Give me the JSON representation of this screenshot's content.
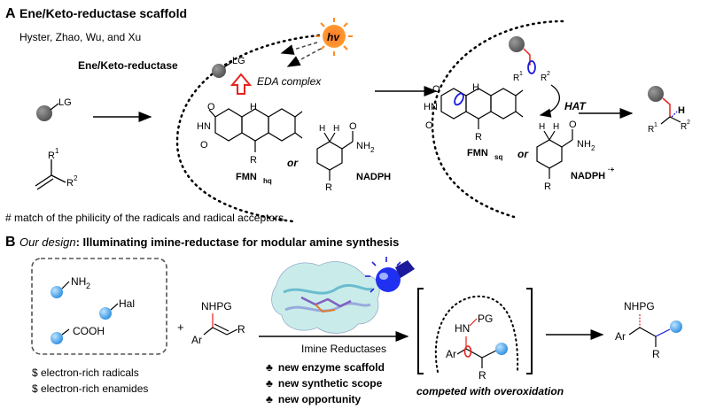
{
  "panelA": {
    "letter": "A",
    "title": "Ene/Keto-reductase scaffold",
    "authors": "Hyster, Zhao, Wu, and Xu",
    "enzyme_label": "Ene/Keto-reductase",
    "hv": "hv",
    "lg": "LG",
    "eda": "EDA complex",
    "r1": "R",
    "r1_sup": "1",
    "r2": "R",
    "r2_sup": "2",
    "fmn_hq": "FMN",
    "fmn_hq_sub": "hq",
    "or": "or",
    "nadph": "NADPH",
    "nadph_cation": "NADPH",
    "nadph_cation_sup": "·+",
    "fmn_sq": "FMN",
    "fmn_sq_sub": "sq",
    "hat": "HAT",
    "h": "H",
    "nh2": "NH",
    "nh2_sub": "2",
    "o": "O",
    "n": "N",
    "nh": "NH",
    "hn": "HN",
    "r": "R",
    "note": "# match of the philicity of the radicals and radical acceptors"
  },
  "panelB": {
    "letter": "B",
    "design_italic": "Our design",
    "design_bold": ": Illuminating imine-reductase for modular amine synthesis",
    "nh2": "NH",
    "nh2_sub": "2",
    "hal": "Hal",
    "cooh": "COOH",
    "plus": "+",
    "nhpg": "NHPG",
    "ar": "Ar",
    "r": "R",
    "enzyme": "Imine Reductases",
    "bullets": [
      "new enzyme scaffold",
      "new synthetic scope",
      "new opportunity"
    ],
    "club": "♣",
    "notes": [
      "$ electron-rich radicals",
      "$ electron-rich enamides"
    ],
    "hn": "HN",
    "pg": "PG",
    "overox": "competed with overoxidation"
  },
  "colors": {
    "red": "#e8211d",
    "blue": "#1a1adc",
    "green": "#1e8a38",
    "ball": "#3a9ee6",
    "gray": "#666666"
  }
}
